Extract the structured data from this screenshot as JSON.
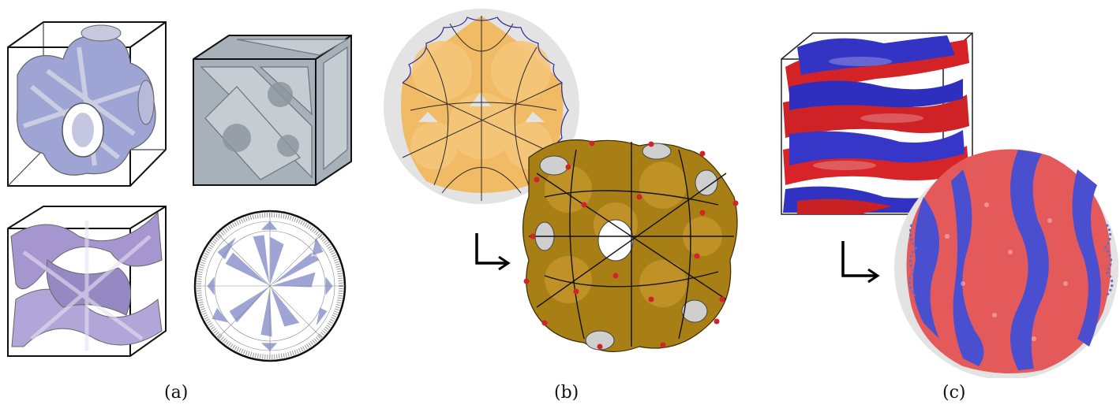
{
  "figure": {
    "panels": [
      {
        "id": "a",
        "caption": "(a)",
        "content": [
          "schwarz-p-surface-tiled",
          "d-surface-tiled",
          "gyroid-surface-tiled",
          "hyperbolic-poincare-disk-tiling"
        ]
      },
      {
        "id": "b",
        "caption": "(b)",
        "content": [
          "hyperbolic-disk-with-discs",
          "arrow",
          "curved-surface-with-disc-packing"
        ]
      },
      {
        "id": "c",
        "caption": "(c)",
        "content": [
          "red-blue-structures-in-cube",
          "arrow",
          "hyperbolic-disk-red-blue-pattern"
        ]
      }
    ]
  },
  "colors": {
    "lavender": "#9ea4d4",
    "slate": "#9aa4ad",
    "violet": "#a596cf",
    "orange": "#f3b34e",
    "gold": "#a87f15",
    "red": "#e03a2e",
    "blue": "#3a3fd0",
    "disk_bg": "#e3e3e3"
  }
}
